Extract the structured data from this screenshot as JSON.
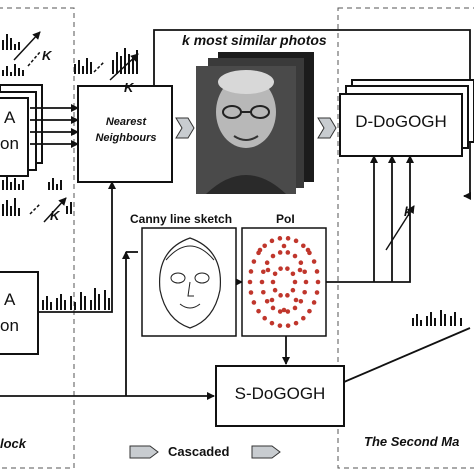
{
  "top_label": {
    "k_symbol": "k",
    "text": "most similar photos"
  },
  "nearest_neighbours": {
    "line1": "Nearest",
    "line2": "Neighbours"
  },
  "d_dogogh": {
    "label": "D-DoGOGH"
  },
  "s_dogogh": {
    "label": "S-DoGOGH"
  },
  "canny": {
    "label": "Canny line sketch"
  },
  "poi": {
    "label": "PoI"
  },
  "left_boxes": {
    "top_fragment_1": "A",
    "top_fragment_2": "on",
    "bottom_fragment_1": "A",
    "bottom_fragment_2": "on"
  },
  "arrow_labels": {
    "k_upper": "K",
    "k_left_mid": "K",
    "k_left_lower": "K",
    "k_right": "k"
  },
  "footer": {
    "left_block": "lock",
    "cascaded": "Cascaded",
    "second_block": "The Second Ma"
  },
  "colors": {
    "stroke": "#111111",
    "dots": "#c0362c",
    "chevron_fill": "#c8ccd0"
  }
}
